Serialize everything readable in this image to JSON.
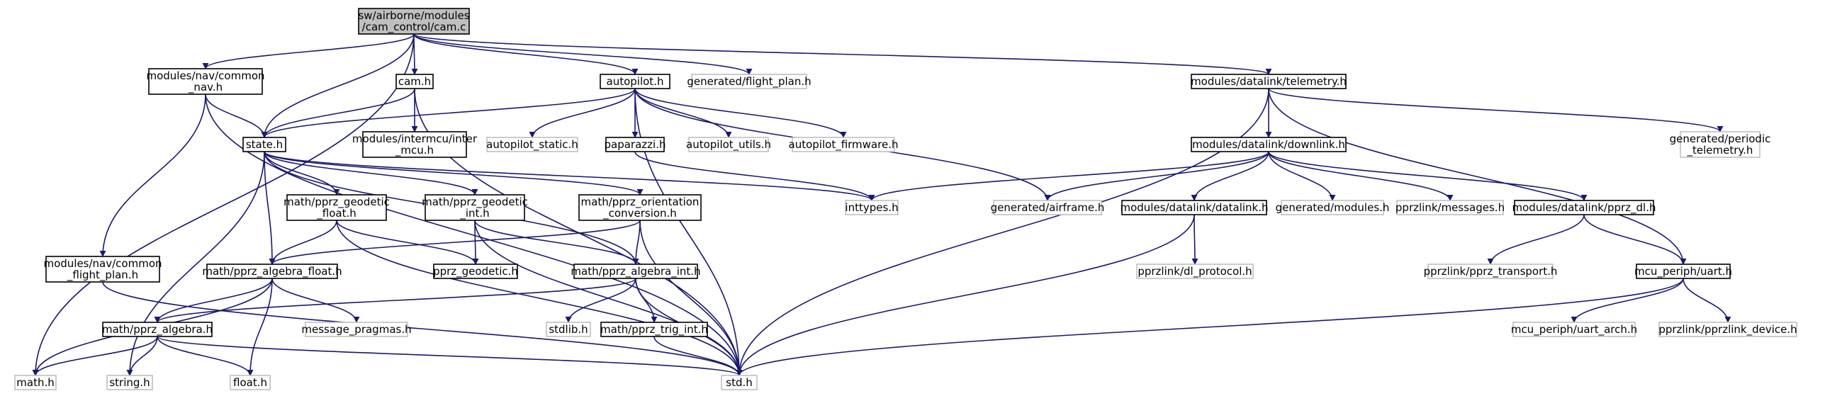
{
  "title": "",
  "colors": {
    "edge": "#191970",
    "node_border_defined": "#000000",
    "node_border_external": "#bfbfbf",
    "root_fill": "#bfbfbf",
    "node_fill": "#ffffff"
  },
  "nodes": [
    {
      "id": "cam_c",
      "lines": [
        "sw/airborne/modules",
        "/cam_control/cam.c"
      ],
      "kind": "root"
    },
    {
      "id": "nav_common_nav_h",
      "lines": [
        "modules/nav/common",
        "_nav.h"
      ],
      "kind": "defined"
    },
    {
      "id": "cam_h",
      "lines": [
        "cam.h"
      ],
      "kind": "defined"
    },
    {
      "id": "autopilot_h",
      "lines": [
        "autopilot.h"
      ],
      "kind": "defined"
    },
    {
      "id": "gen_flight_plan_h",
      "lines": [
        "generated/flight_plan.h"
      ],
      "kind": "external"
    },
    {
      "id": "telemetry_h",
      "lines": [
        "modules/datalink/telemetry.h"
      ],
      "kind": "defined"
    },
    {
      "id": "state_h",
      "lines": [
        "state.h"
      ],
      "kind": "defined"
    },
    {
      "id": "intermcu_h",
      "lines": [
        "modules/intermcu/inter",
        "_mcu.h"
      ],
      "kind": "defined"
    },
    {
      "id": "autopilot_static_h",
      "lines": [
        "autopilot_static.h"
      ],
      "kind": "external"
    },
    {
      "id": "paparazzi_h",
      "lines": [
        "paparazzi.h"
      ],
      "kind": "defined"
    },
    {
      "id": "autopilot_utils_h",
      "lines": [
        "autopilot_utils.h"
      ],
      "kind": "external"
    },
    {
      "id": "autopilot_firmware_h",
      "lines": [
        "autopilot_firmware.h"
      ],
      "kind": "external"
    },
    {
      "id": "downlink_h",
      "lines": [
        "modules/datalink/downlink.h"
      ],
      "kind": "defined"
    },
    {
      "id": "gen_periodic_telemetry_h",
      "lines": [
        "generated/periodic",
        "_telemetry.h"
      ],
      "kind": "external"
    },
    {
      "id": "nav_common_flight_plan_h",
      "lines": [
        "modules/nav/common",
        "_flight_plan.h"
      ],
      "kind": "defined"
    },
    {
      "id": "pprz_geodetic_float_h",
      "lines": [
        "math/pprz_geodetic",
        "_float.h"
      ],
      "kind": "defined"
    },
    {
      "id": "pprz_geodetic_int_h",
      "lines": [
        "math/pprz_geodetic",
        "_int.h"
      ],
      "kind": "defined"
    },
    {
      "id": "pprz_orientation_conversion_h",
      "lines": [
        "math/pprz_orientation",
        "_conversion.h"
      ],
      "kind": "defined"
    },
    {
      "id": "inttypes_h",
      "lines": [
        "inttypes.h"
      ],
      "kind": "external"
    },
    {
      "id": "gen_airframe_h",
      "lines": [
        "generated/airframe.h"
      ],
      "kind": "external"
    },
    {
      "id": "datalink_h",
      "lines": [
        "modules/datalink/datalink.h"
      ],
      "kind": "defined"
    },
    {
      "id": "gen_modules_h",
      "lines": [
        "generated/modules.h"
      ],
      "kind": "external"
    },
    {
      "id": "pprzlink_messages_h",
      "lines": [
        "pprzlink/messages.h"
      ],
      "kind": "external"
    },
    {
      "id": "pprz_dl_h",
      "lines": [
        "modules/datalink/pprz_dl.h"
      ],
      "kind": "defined"
    },
    {
      "id": "pprz_algebra_float_h",
      "lines": [
        "math/pprz_algebra_float.h"
      ],
      "kind": "defined"
    },
    {
      "id": "pprz_geodetic_h",
      "lines": [
        "pprz_geodetic.h"
      ],
      "kind": "defined"
    },
    {
      "id": "pprz_algebra_int_h",
      "lines": [
        "math/pprz_algebra_int.h"
      ],
      "kind": "defined"
    },
    {
      "id": "dl_protocol_h",
      "lines": [
        "pprzlink/dl_protocol.h"
      ],
      "kind": "external"
    },
    {
      "id": "pprz_transport_h",
      "lines": [
        "pprzlink/pprz_transport.h"
      ],
      "kind": "external"
    },
    {
      "id": "uart_h",
      "lines": [
        "mcu_periph/uart.h"
      ],
      "kind": "defined"
    },
    {
      "id": "pprz_algebra_h",
      "lines": [
        "math/pprz_algebra.h"
      ],
      "kind": "defined"
    },
    {
      "id": "message_pragmas_h",
      "lines": [
        "message_pragmas.h"
      ],
      "kind": "external"
    },
    {
      "id": "stdlib_h",
      "lines": [
        "stdlib.h"
      ],
      "kind": "external"
    },
    {
      "id": "pprz_trig_int_h",
      "lines": [
        "math/pprz_trig_int.h"
      ],
      "kind": "defined"
    },
    {
      "id": "uart_arch_h",
      "lines": [
        "mcu_periph/uart_arch.h"
      ],
      "kind": "external"
    },
    {
      "id": "pprzlink_device_h",
      "lines": [
        "pprzlink/pprzlink_device.h"
      ],
      "kind": "external"
    },
    {
      "id": "math_h",
      "lines": [
        "math.h"
      ],
      "kind": "external"
    },
    {
      "id": "string_h",
      "lines": [
        "string.h"
      ],
      "kind": "external"
    },
    {
      "id": "float_h",
      "lines": [
        "float.h"
      ],
      "kind": "external"
    },
    {
      "id": "std_h",
      "lines": [
        "std.h"
      ],
      "kind": "external"
    }
  ],
  "edges": [
    [
      "cam_c",
      "nav_common_nav_h"
    ],
    [
      "cam_c",
      "cam_h"
    ],
    [
      "cam_c",
      "autopilot_h"
    ],
    [
      "cam_c",
      "gen_flight_plan_h"
    ],
    [
      "cam_c",
      "telemetry_h"
    ],
    [
      "cam_c",
      "state_h"
    ],
    [
      "cam_c",
      "math_h"
    ],
    [
      "nav_common_nav_h",
      "state_h"
    ],
    [
      "nav_common_nav_h",
      "nav_common_flight_plan_h"
    ],
    [
      "nav_common_nav_h",
      "std_h"
    ],
    [
      "cam_h",
      "state_h"
    ],
    [
      "cam_h",
      "intermcu_h"
    ],
    [
      "cam_h",
      "std_h"
    ],
    [
      "autopilot_h",
      "state_h"
    ],
    [
      "autopilot_h",
      "autopilot_static_h"
    ],
    [
      "autopilot_h",
      "paparazzi_h"
    ],
    [
      "autopilot_h",
      "autopilot_utils_h"
    ],
    [
      "autopilot_h",
      "autopilot_firmware_h"
    ],
    [
      "autopilot_h",
      "gen_airframe_h"
    ],
    [
      "autopilot_h",
      "std_h"
    ],
    [
      "telemetry_h",
      "downlink_h"
    ],
    [
      "telemetry_h",
      "gen_periodic_telemetry_h"
    ],
    [
      "telemetry_h",
      "uart_h"
    ],
    [
      "telemetry_h",
      "std_h"
    ],
    [
      "state_h",
      "pprz_geodetic_float_h"
    ],
    [
      "state_h",
      "pprz_geodetic_int_h"
    ],
    [
      "state_h",
      "pprz_orientation_conversion_h"
    ],
    [
      "state_h",
      "pprz_algebra_float_h"
    ],
    [
      "state_h",
      "pprz_algebra_int_h"
    ],
    [
      "state_h",
      "inttypes_h"
    ],
    [
      "state_h",
      "string_h"
    ],
    [
      "paparazzi_h",
      "inttypes_h"
    ],
    [
      "downlink_h",
      "inttypes_h"
    ],
    [
      "downlink_h",
      "gen_airframe_h"
    ],
    [
      "downlink_h",
      "datalink_h"
    ],
    [
      "downlink_h",
      "gen_modules_h"
    ],
    [
      "downlink_h",
      "pprzlink_messages_h"
    ],
    [
      "downlink_h",
      "pprz_dl_h"
    ],
    [
      "nav_common_flight_plan_h",
      "std_h"
    ],
    [
      "pprz_geodetic_float_h",
      "pprz_algebra_float_h"
    ],
    [
      "pprz_geodetic_float_h",
      "pprz_geodetic_h"
    ],
    [
      "pprz_geodetic_float_h",
      "std_h"
    ],
    [
      "pprz_geodetic_int_h",
      "pprz_geodetic_h"
    ],
    [
      "pprz_geodetic_int_h",
      "pprz_algebra_int_h"
    ],
    [
      "pprz_geodetic_int_h",
      "std_h"
    ],
    [
      "pprz_orientation_conversion_h",
      "pprz_algebra_float_h"
    ],
    [
      "pprz_orientation_conversion_h",
      "pprz_algebra_int_h"
    ],
    [
      "pprz_orientation_conversion_h",
      "std_h"
    ],
    [
      "datalink_h",
      "dl_protocol_h"
    ],
    [
      "datalink_h",
      "std_h"
    ],
    [
      "pprz_dl_h",
      "pprz_transport_h"
    ],
    [
      "pprz_dl_h",
      "uart_h"
    ],
    [
      "pprz_algebra_float_h",
      "pprz_algebra_h"
    ],
    [
      "pprz_algebra_float_h",
      "message_pragmas_h"
    ],
    [
      "pprz_algebra_float_h",
      "float_h"
    ],
    [
      "pprz_algebra_float_h",
      "math_h"
    ],
    [
      "pprz_algebra_int_h",
      "pprz_algebra_h"
    ],
    [
      "pprz_algebra_int_h",
      "stdlib_h"
    ],
    [
      "pprz_algebra_int_h",
      "pprz_trig_int_h"
    ],
    [
      "pprz_algebra_int_h",
      "std_h"
    ],
    [
      "uart_h",
      "uart_arch_h"
    ],
    [
      "uart_h",
      "pprzlink_device_h"
    ],
    [
      "uart_h",
      "std_h"
    ],
    [
      "pprz_algebra_h",
      "math_h"
    ],
    [
      "pprz_algebra_h",
      "string_h"
    ],
    [
      "pprz_algebra_h",
      "float_h"
    ],
    [
      "pprz_algebra_h",
      "std_h"
    ],
    [
      "pprz_trig_int_h",
      "std_h"
    ]
  ]
}
